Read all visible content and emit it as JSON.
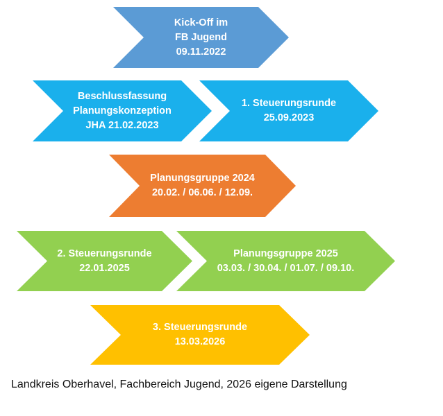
{
  "steps": [
    {
      "lines": [
        "Kick-Off im",
        "FB Jugend",
        "09.11.2022"
      ],
      "color": "#5b9bd5"
    },
    {
      "lines": [
        "Beschlussfassung",
        "Planungskonzeption",
        "JHA 21.02.2023"
      ],
      "color": "#1ab0ec"
    },
    {
      "lines": [
        "1. Steuerungsrunde",
        "25.09.2023"
      ],
      "color": "#1ab0ec"
    },
    {
      "lines": [
        "Planungsgruppe 2024",
        "20.02. / 06.06. / 12.09."
      ],
      "color": "#ed7d31"
    },
    {
      "lines": [
        "2. Steuerungsrunde",
        "22.01.2025"
      ],
      "color": "#92d050"
    },
    {
      "lines": [
        "Planungsgruppe 2025",
        "03.03. / 30.04. / 01.07. / 09.10."
      ],
      "color": "#92d050"
    },
    {
      "lines": [
        "3. Steuerungsrunde",
        "13.03.2026"
      ],
      "color": "#ffc000"
    }
  ],
  "caption": "Landkreis Oberhavel, Fachbereich Jugend, 2026 eigene Darstellung"
}
